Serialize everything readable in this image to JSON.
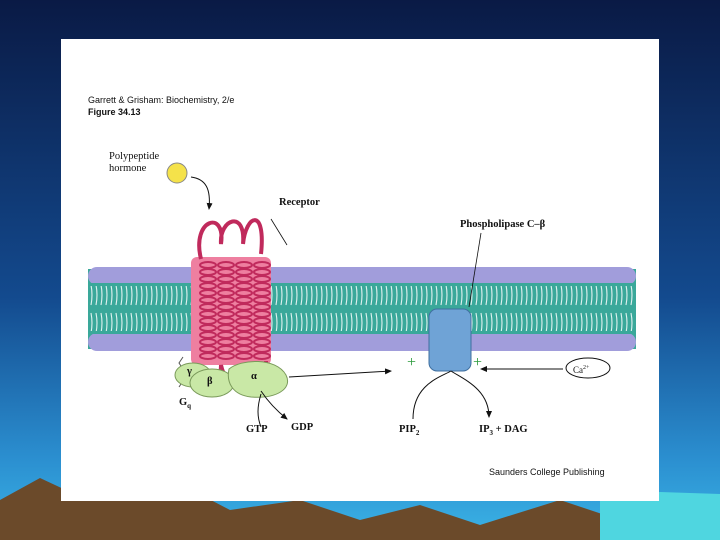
{
  "header": {
    "line1": "Garrett & Grisham: Biochemistry, 2/e",
    "line2": "Figure 34.13"
  },
  "labels": {
    "hormone_line1": "Polypeptide",
    "hormone_line2": "hormone",
    "receptor": "Receptor",
    "plc": "Phospholipase C–β",
    "gamma": "γ",
    "beta": "β",
    "alpha": "α",
    "gq": "G",
    "gq_sub": "q",
    "gtp": "GTP",
    "gdp": "GDP",
    "pip2": "PIP",
    "pip2_sub": "2",
    "ip3_pre": "IP",
    "ip3_sub": "3",
    "ip3_post": " + DAG",
    "ca": "Ca",
    "ca_sup": "2+",
    "plus_left": "+",
    "plus_right": "+"
  },
  "footer": {
    "publisher": "Saunders College Publishing"
  },
  "colors": {
    "background_top": "#0b1d4a",
    "background_bottom": "#2c8ccf",
    "membrane_head": "#9d99d6",
    "membrane_tail": "#3aa89a",
    "receptor": "#e8507a",
    "g_protein": "#c9e8a6",
    "plc": "#6fa3d6",
    "hormone": "#f5e24a"
  }
}
